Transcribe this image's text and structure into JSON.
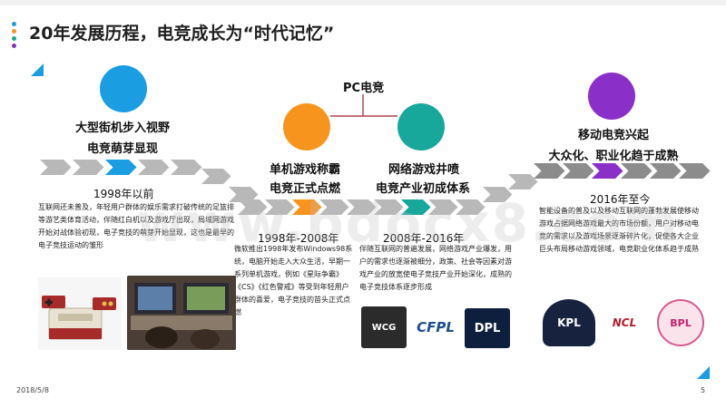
{
  "slide": {
    "title": "20年发展历程，电竞成长为“时代记忆”",
    "date": "2018/5/8",
    "page": "5",
    "watermark": "www.bdocx8.com"
  },
  "colors": {
    "blue": "#1b9de2",
    "orange": "#f7941d",
    "teal": "#17a89b",
    "purple": "#8b2fc9",
    "gray": "#b8b8b8",
    "gray_dark": "#8c8c8c",
    "accent_line": "#a31f2b"
  },
  "stages": [
    {
      "heading_line1": "大型街机步入视野",
      "heading_line2": "电竞萌芽显现",
      "period": "1998年以前",
      "desc": "互联网还未普及，年轻用户群体的娱乐需求打破传统的足篮排等游艺类体育活动，伴随红白机以及游戏厅出现，局域网游戏开始对战体验初现，电子竞技的萌芽开始显现，这也是最早的电子竞技运动的雏形",
      "photos": [
        "famicom-console-photo",
        "arcade-cabinet-photo"
      ]
    },
    {
      "heading_line1": "单机游戏称霸",
      "heading_line2": "电竞正式点燃",
      "period": "1998年-2008年",
      "desc": "微软推出1998年发布Windows98系统，电脑开始走入大众生活，早期一系列单机游戏，例如《星际争霸》《CS》《红色警戒》等受到年轻用户群体的喜爱，电子竞技的苗头正式点燃"
    },
    {
      "heading_line1": "网络游戏井喷",
      "heading_line2": "电竞产业初成体系",
      "period": "2008年-2016年",
      "desc": "伴随互联网的普遍发展，网络游戏产业爆发，用户的需求也逐渐被细分，政策、社会等因素对游戏产业的放宽使电子竞技产业开始深化，成熟的电子竞技体系逐步形成",
      "logos": [
        "WCG",
        "CFPL",
        "DPL"
      ]
    },
    {
      "heading_line1": "移动电竞兴起",
      "heading_line2": "大众化、职业化趋于成熟",
      "period": "2016年至今",
      "desc": "智能设备的普及以及移动互联网的蓬勃发展使移动游戏占据网络游戏最大的市场份额，用户对移动电竞的需求以及游戏场景逐渐碎片化，促使各大企业巨头布局移动游戏领域，电竞职业化体系趋于成熟",
      "logos": [
        "KPL",
        "NCL",
        "BPL"
      ]
    }
  ],
  "pc_label": "PC电竞"
}
